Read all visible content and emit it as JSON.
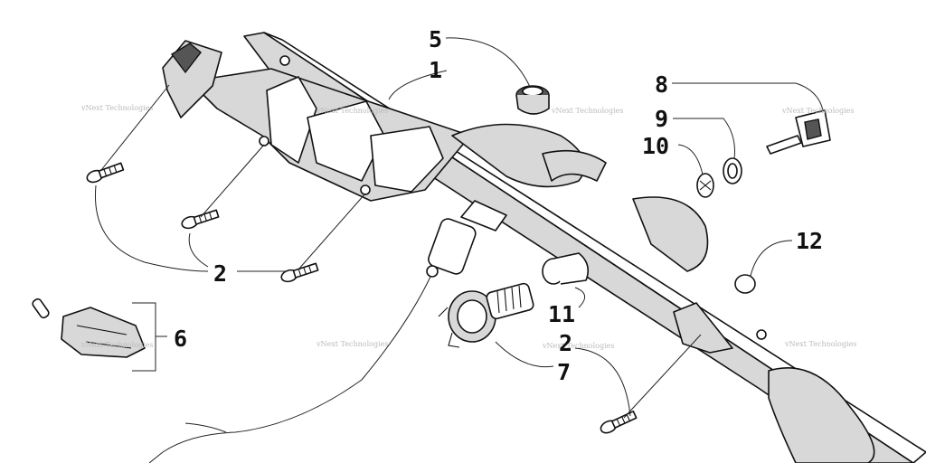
{
  "diagram": {
    "callouts": [
      {
        "id": "c1",
        "label": "1"
      },
      {
        "id": "c2a",
        "label": "2"
      },
      {
        "id": "c2b",
        "label": "2"
      },
      {
        "id": "c5",
        "label": "5"
      },
      {
        "id": "c6",
        "label": "6"
      },
      {
        "id": "c7",
        "label": "7"
      },
      {
        "id": "c8",
        "label": "8"
      },
      {
        "id": "c9",
        "label": "9"
      },
      {
        "id": "c10",
        "label": "10"
      },
      {
        "id": "c11",
        "label": "11"
      },
      {
        "id": "c12",
        "label": "12"
      }
    ],
    "watermark": "vNext Technologies",
    "colors": {
      "line": "#111111",
      "housing_shade": "#d8d8d8",
      "watermark": "#bbbbbb"
    }
  }
}
